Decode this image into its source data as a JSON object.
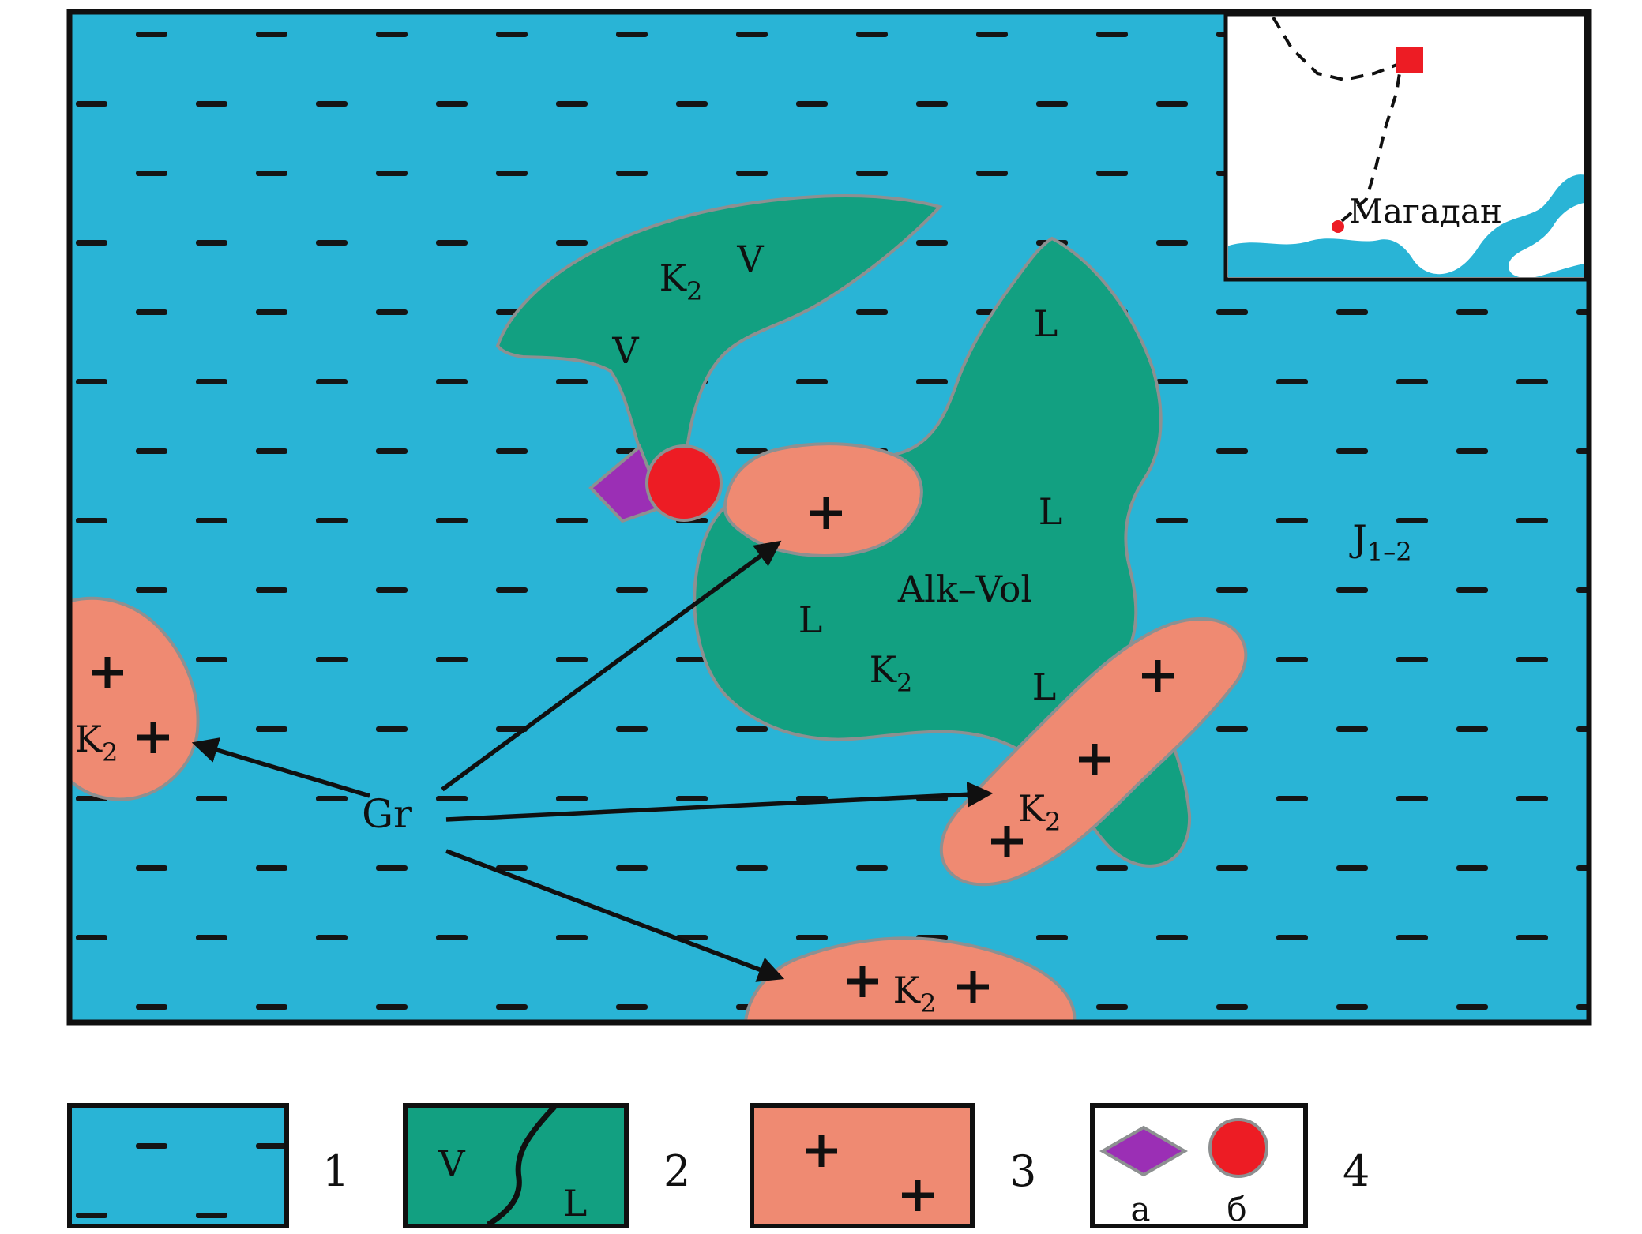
{
  "figure": {
    "labels": {
      "v": "V",
      "l": "L",
      "k2_base": "K",
      "k2_sub": "2",
      "j_base": "J",
      "j_sub": "1–2",
      "alk_vol": "Alk–Vol",
      "gr": "Gr"
    },
    "inset": {
      "city": "Магадан"
    }
  },
  "legend": {
    "item1": {
      "number": "1"
    },
    "item2": {
      "number": "2",
      "v": "V",
      "l": "L"
    },
    "item3": {
      "number": "3"
    },
    "item4": {
      "number": "4",
      "a": "а",
      "b": "б"
    }
  },
  "colors": {
    "sea": "#29b4d6",
    "volcanic": "#12a081",
    "granite": "#ef8a72",
    "purple": "#9b2fb5",
    "red": "#ed1c24",
    "outline": "#8d9091",
    "ink": "#101010"
  }
}
